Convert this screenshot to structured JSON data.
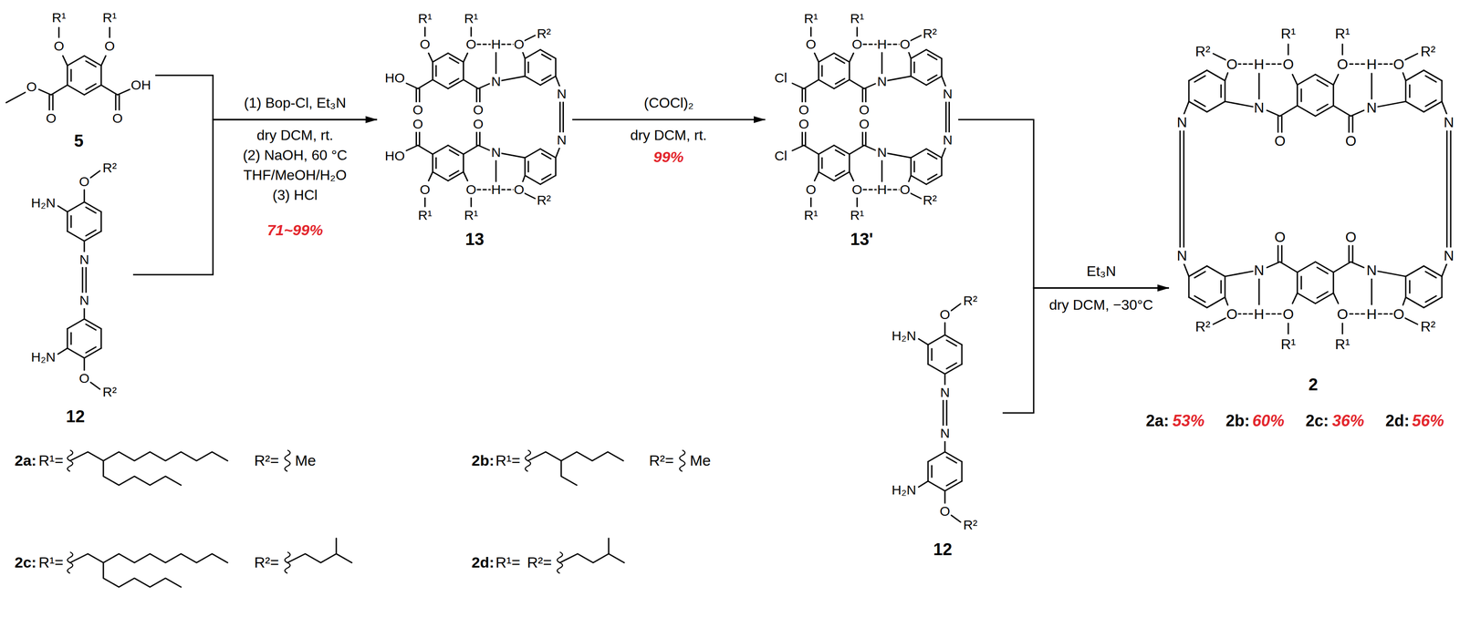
{
  "diagram": {
    "nodes": [
      {
        "text": [
          "5"
        ]
      },
      {
        "text": [
          "12"
        ]
      },
      {
        "text": [
          "13"
        ]
      },
      {
        "text": [
          "13'"
        ]
      },
      {
        "text": [
          "12"
        ]
      },
      {
        "text": [
          "2"
        ]
      }
    ],
    "edges": [
      {
        "from": 0,
        "to": 2,
        "arrow": "to",
        "label": "(1) Bop-Cl, Et₃N"
      },
      {
        "from": 1,
        "to": 2,
        "arrow": "to"
      },
      {
        "from": 2,
        "to": 3,
        "arrow": "to",
        "label": "(COCl)₂"
      },
      {
        "from": 3,
        "to": 5,
        "arrow": "to",
        "label": "Et₃N"
      },
      {
        "from": 4,
        "to": 5,
        "arrow": "to"
      }
    ],
    "labels": [
      "dry DCM, rt.",
      "(2) NaOH, 60 °C",
      "THF/MeOH/H₂O",
      "(3) HCl",
      "71~99%",
      "dry DCM, rt.",
      "99%",
      "dry DCM, −30°C",
      "2a:",
      "53%",
      "2b:",
      "60%",
      "2c:",
      "36%",
      "2d:",
      "56%",
      "2a:",
      "R¹=",
      "R²=",
      "Me",
      "2b:",
      "R¹=",
      "R²=",
      "Me",
      "2c:",
      "R¹=",
      "R²=",
      "2d:",
      "R¹=",
      "R²=",
      "O",
      "R¹",
      "O",
      "R¹",
      "O",
      "O",
      "O",
      "OH",
      "O",
      "R²",
      "H₂N",
      "N",
      "O",
      "R²",
      "H₂N",
      "N",
      "O",
      "R¹",
      "O",
      "R¹",
      "HO",
      "O",
      "O",
      "N",
      "H",
      "O",
      "R²",
      "N",
      "O",
      "R¹",
      "O",
      "R¹",
      "HO",
      "O",
      "O",
      "N",
      "H",
      "O",
      "R²",
      "N",
      "O",
      "R¹",
      "O",
      "R¹",
      "Cl",
      "O",
      "O",
      "N",
      "H",
      "O",
      "R²",
      "N",
      "O",
      "R¹",
      "O",
      "R¹",
      "Cl",
      "O",
      "O",
      "N",
      "H",
      "O",
      "R²",
      "N",
      "O",
      "R²",
      "H₂N",
      "N",
      "O",
      "R²",
      "H₂N",
      "N",
      "O",
      "R¹",
      "O",
      "R¹",
      "O",
      "N",
      "H",
      "O",
      "R²",
      "N",
      "O",
      "N",
      "H",
      "O",
      "R²",
      "N",
      "O",
      "R¹",
      "O",
      "R¹",
      "O",
      "N",
      "H",
      "O",
      "R²",
      "N",
      "O",
      "N",
      "H",
      "O",
      "R²",
      "N"
    ]
  }
}
